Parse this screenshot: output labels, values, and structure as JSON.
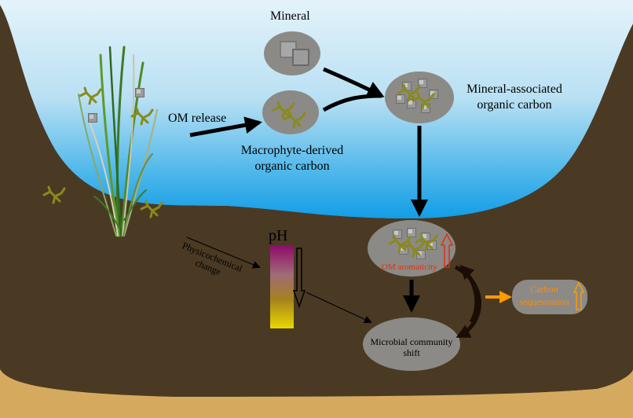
{
  "labels": {
    "mineral": "Mineral",
    "om_release": "OM release",
    "macrophyte_line1": "Macrophyte-derived",
    "macrophyte_line2": "organic carbon",
    "mac_line1": "Mineral-associated",
    "mac_line2": "organic carbon",
    "physico_line1": "Physicochemical",
    "physico_line2": "change",
    "ph": "pH",
    "om_aromaticity": "OM aromaticity",
    "microbial_line1": "Microbial community",
    "microbial_line2": "shift",
    "carbon_line1": "Carbon",
    "carbon_line2": "sequestration"
  },
  "colors": {
    "sky_top": "#d9eef8",
    "water_deep": "#1fa6e8",
    "sediment": "#4a3a24",
    "sand": "#d6aa5e",
    "ellipse": "#8c8a86",
    "om_polymer": "#8a8a1c",
    "aromaticity_text": "#e03010",
    "carbon_text": "#ff8c00",
    "ph_top": "#8e0a6a",
    "ph_bottom": "#e6d400"
  }
}
